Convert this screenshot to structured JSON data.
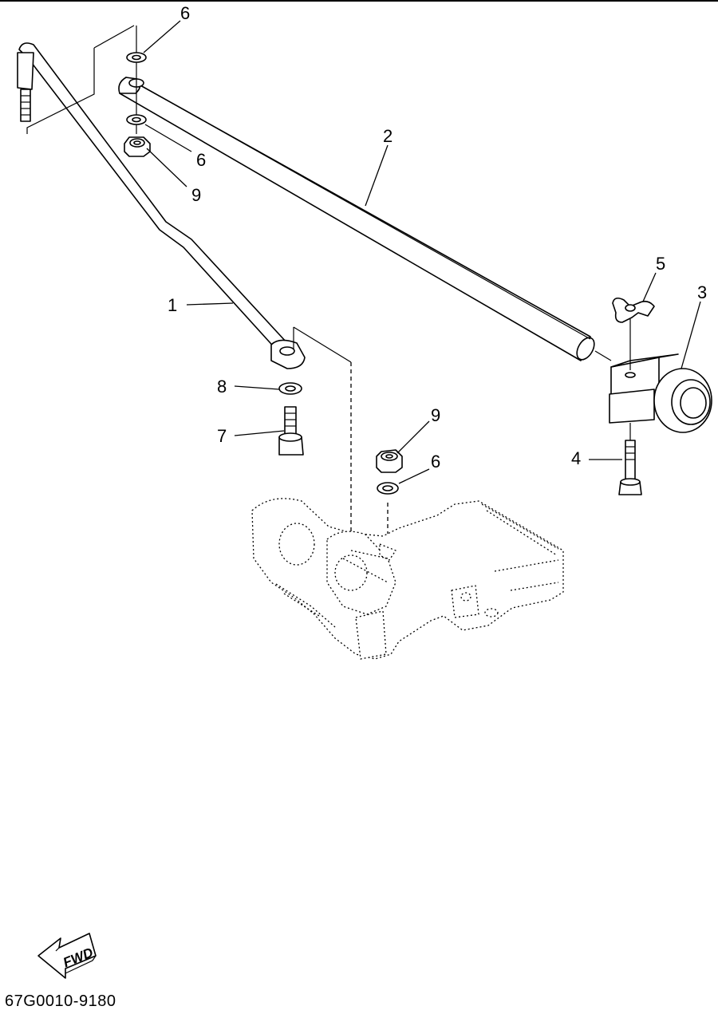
{
  "callouts": {
    "c1": "1",
    "c2": "2",
    "c3": "3",
    "c4": "4",
    "c5": "5",
    "c6a": "6",
    "c6b": "6",
    "c6c": "6",
    "c7": "7",
    "c8": "8",
    "c9a": "9",
    "c9b": "9"
  },
  "fwd_label": "FWD",
  "drawing_code": "67G0010-9180"
}
